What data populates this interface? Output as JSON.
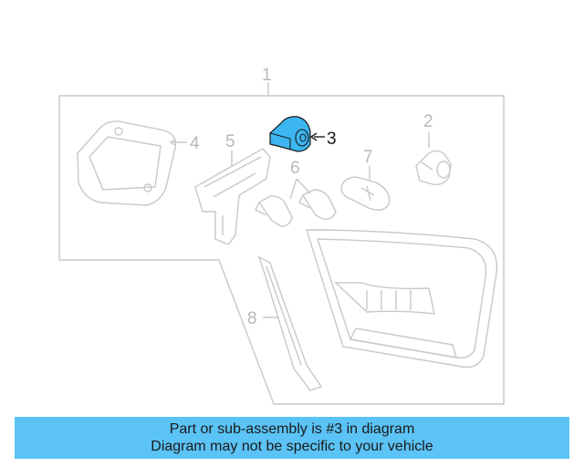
{
  "diagram": {
    "callouts": [
      {
        "id": "1",
        "label": "1"
      },
      {
        "id": "2",
        "label": "2"
      },
      {
        "id": "3",
        "label": "3"
      },
      {
        "id": "4",
        "label": "4"
      },
      {
        "id": "5",
        "label": "5"
      },
      {
        "id": "6",
        "label": "6"
      },
      {
        "id": "7",
        "label": "7"
      },
      {
        "id": "8",
        "label": "8"
      }
    ],
    "highlight_part": "3",
    "colors": {
      "highlight": "#3cb6f0",
      "line": "#c8c8c8",
      "caption_bg": "#5bc3f5"
    }
  },
  "caption": {
    "line1": "Part or sub-assembly is #3 in diagram",
    "line2": "Diagram may not be specific to your vehicle"
  }
}
